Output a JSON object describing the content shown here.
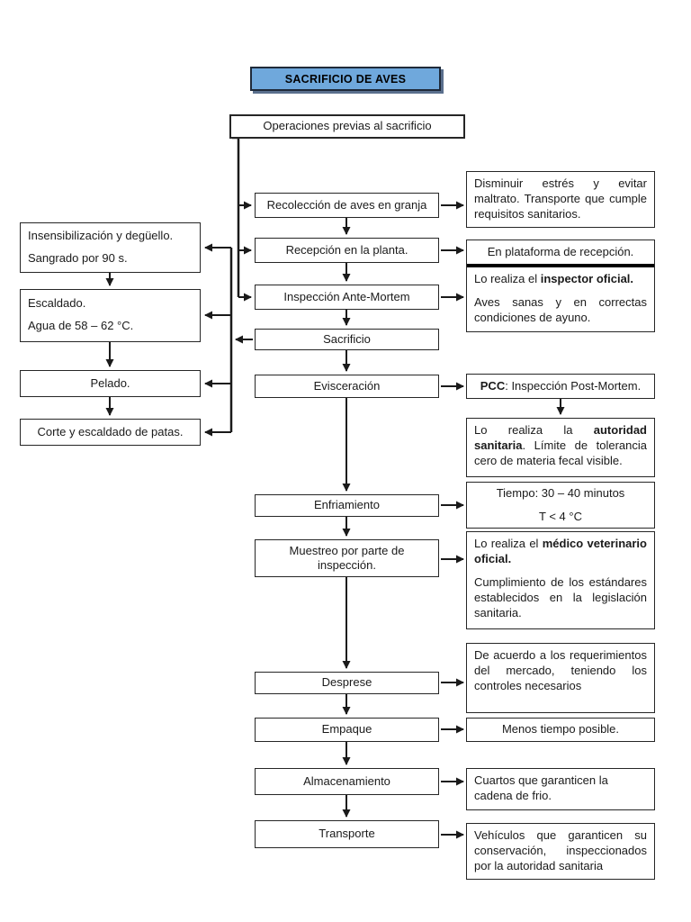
{
  "colors": {
    "title_bg": "#6fa8dc",
    "line": "#1a1a1a",
    "divider": "#000000"
  },
  "title": {
    "label": "SACRIFICIO DE AVES"
  },
  "intro": {
    "label": "Operaciones previas al sacrificio"
  },
  "steps": {
    "recoleccion": "Recolección de aves en granja",
    "recepcion": "Recepción en la planta.",
    "inspeccion": "Inspección Ante-Mortem",
    "sacrificio": "Sacrificio",
    "evisceracion": "Evisceración",
    "enfriamiento": "Enfriamiento",
    "muestreo": "Muestreo por parte de inspección.",
    "desprese": "Desprese",
    "empaque": "Empaque",
    "almacenamiento": "Almacenamiento",
    "transporte": "Transporte"
  },
  "left_column": {
    "insensibilizacion": {
      "line1": "Insensibilización y degüello.",
      "line2": "Sangrado por 90 s."
    },
    "escaldado": {
      "line1": "Escaldado.",
      "line2": "Agua de 58 – 62 °C."
    },
    "pelado": "Pelado.",
    "corte": "Corte y escaldado de patas."
  },
  "notes": {
    "granja": "Disminuir estrés y evitar maltrato. Transporte que cumple requisitos sanitarios.",
    "plataforma": "En plataforma de recepción.",
    "inspector": {
      "pre": "Lo realiza el ",
      "bold": "inspector oficial.",
      "body": "Aves sanas y en correctas condiciones de ayuno."
    },
    "pcc": {
      "bold": "PCC",
      "rest": ": Inspección Post-Mortem."
    },
    "autoridad": {
      "pre": "Lo realiza la ",
      "bold": "autoridad sanitaria",
      "post": ". Límite de tolerancia cero de materia fecal visible."
    },
    "tiempo": {
      "line1": "Tiempo: 30 – 40 minutos",
      "line2": "T < 4 °C"
    },
    "medico": {
      "pre": "Lo realiza el ",
      "bold": "médico veterinario oficial.",
      "body": "Cumplimiento de los estándares establecidos en la legislación sanitaria."
    },
    "mercado": "De acuerdo a los requerimientos del mercado, teniendo los controles necesarios",
    "empaque": "Menos tiempo posible.",
    "almacenamiento": "Cuartos que garanticen la cadena de frio.",
    "transporte": "Vehículos que garanticen su conservación, inspeccionados por la autoridad sanitaria"
  }
}
